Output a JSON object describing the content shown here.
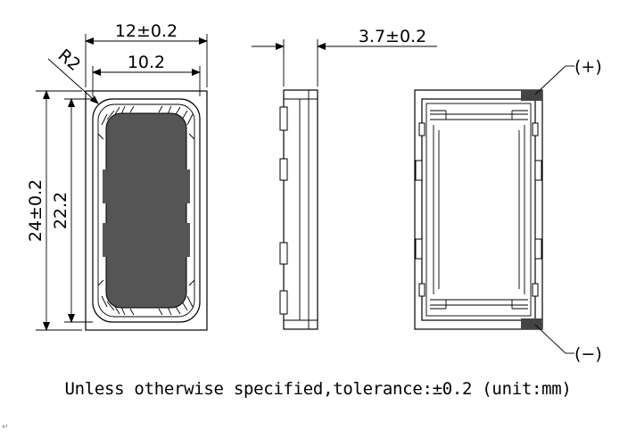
{
  "dimensions": {
    "width_overall": "12±0.2",
    "width_inner": "10.2",
    "radius": "R2",
    "height_overall": "24±0.2",
    "height_inner": "22.2",
    "thickness": "3.7±0.2"
  },
  "terminals": {
    "positive": "(+)",
    "negative": "(−)"
  },
  "footnote": "Unless otherwise specified,tolerance:±0.2 (unit:mm)",
  "corner_mark": "↵"
}
